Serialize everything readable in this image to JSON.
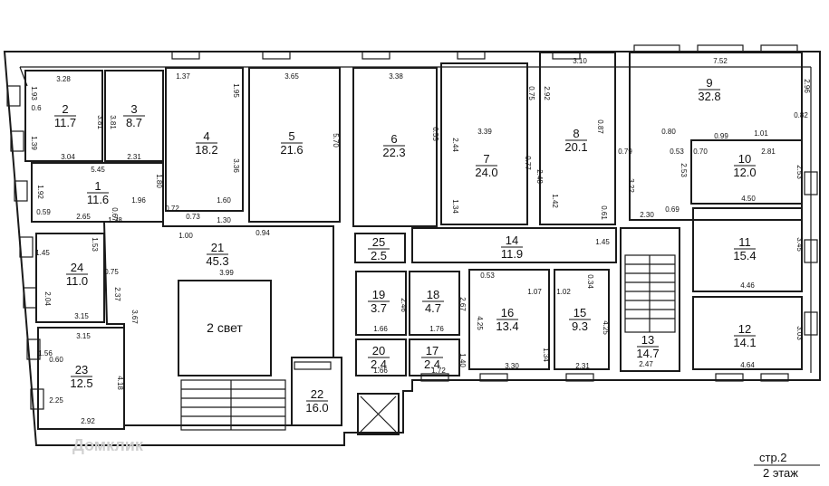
{
  "rooms": [
    {
      "num": "1",
      "area": "11.6"
    },
    {
      "num": "2",
      "area": "11.7"
    },
    {
      "num": "3",
      "area": "8.7"
    },
    {
      "num": "4",
      "area": "18.2"
    },
    {
      "num": "5",
      "area": "21.6"
    },
    {
      "num": "6",
      "area": "22.3"
    },
    {
      "num": "7",
      "area": "24.0"
    },
    {
      "num": "8",
      "area": "20.1"
    },
    {
      "num": "9",
      "area": "32.8"
    },
    {
      "num": "10",
      "area": "12.0"
    },
    {
      "num": "11",
      "area": "15.4"
    },
    {
      "num": "12",
      "area": "14.1"
    },
    {
      "num": "13",
      "area": "14.7"
    },
    {
      "num": "14",
      "area": "11.9"
    },
    {
      "num": "15",
      "area": "9.3"
    },
    {
      "num": "16",
      "area": "13.4"
    },
    {
      "num": "17",
      "area": "2.4"
    },
    {
      "num": "18",
      "area": "4.7"
    },
    {
      "num": "19",
      "area": "3.7"
    },
    {
      "num": "20",
      "area": "2.4"
    },
    {
      "num": "21",
      "area": "45.3"
    },
    {
      "num": "22",
      "area": "16.0"
    },
    {
      "num": "23",
      "area": "12.5"
    },
    {
      "num": "24",
      "area": "11.0"
    },
    {
      "num": "25",
      "area": "2.5"
    }
  ],
  "light_well_label": "2 свет",
  "sheet": {
    "page": "стр.2",
    "floor": "2 этаж"
  },
  "watermark": "Домклик",
  "dims": [
    "3.28",
    "3.81",
    "3.81",
    "3.04",
    "2.31",
    "5.45",
    "1.93",
    "0.6",
    "1.39",
    "1.37",
    "1.95",
    "3.36",
    "3.65",
    "5.70",
    "3.38",
    "6.55",
    "1.80",
    "1.96",
    "2.65",
    "0.67",
    "0.59",
    "1.92",
    "1.78",
    "0.72",
    "0.73",
    "1.60",
    "1.30",
    "1.00",
    "0.94",
    "3.99",
    "3.39",
    "2.44",
    "1.34",
    "0.77",
    "2.48",
    "1.42",
    "0.61",
    "2.92",
    "0.75",
    "3.10",
    "0.87",
    "7.52",
    "2.96",
    "0.82",
    "0.79",
    "0.80",
    "0.53",
    "0.70",
    "0.99",
    "1.01",
    "2.81",
    "2.53",
    "4.50",
    "3.22",
    "2.53",
    "0.69",
    "2.30",
    "1.45",
    "3.45",
    "4.46",
    "3.03",
    "4.64",
    "2.47",
    "1.53",
    "1.45",
    "0.75",
    "2.37",
    "2.04",
    "3.15",
    "3.67",
    "3.15",
    "1.56",
    "0.60",
    "4.18",
    "2.25",
    "2.92",
    "2.46",
    "1.66",
    "1.66",
    "1.76",
    "2.67",
    "1.72",
    "1.40",
    "0.53",
    "1.07",
    "1.02",
    "0.34",
    "4.25",
    "4.25",
    "3.30",
    "1.34",
    "2.31"
  ]
}
